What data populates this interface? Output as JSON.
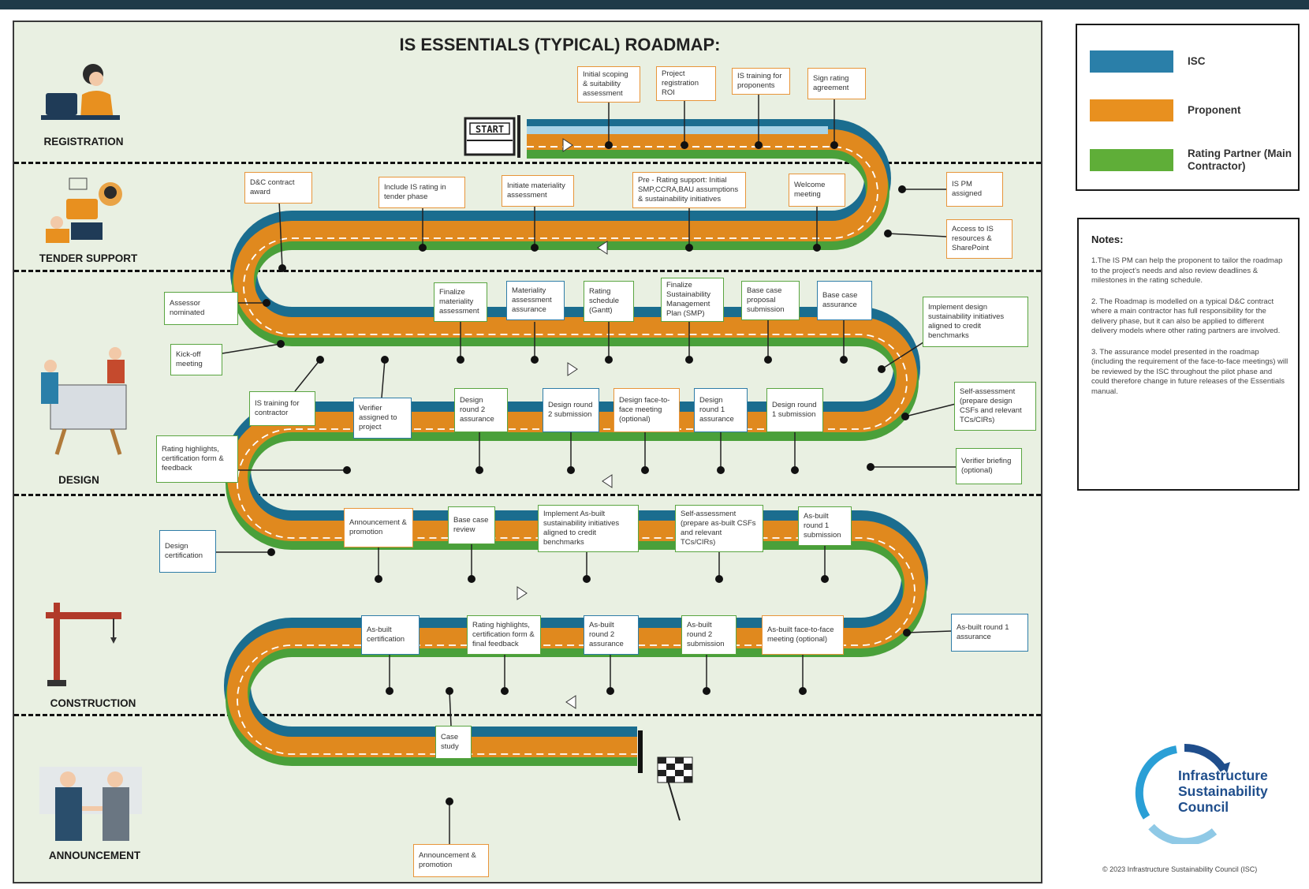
{
  "title": "IS ESSENTIALS (TYPICAL) ROADMAP:",
  "stages": [
    "REGISTRATION",
    "TENDER SUPPORT",
    "DESIGN",
    "CONSTRUCTION",
    "ANNOUNCEMENT"
  ],
  "start_label": "START",
  "legend": {
    "items": [
      {
        "label": "ISC",
        "color": "#2a7fa9"
      },
      {
        "label": "Proponent",
        "color": "#e8901f"
      },
      {
        "label": "Rating Partner (Main Contractor)",
        "color": "#5fae38"
      }
    ]
  },
  "notes": {
    "heading": "Notes:",
    "items": [
      "1.The IS PM can help the proponent to tailor the roadmap to the project’s needs and also review deadlines & milestones in the rating schedule.",
      "2. The Roadmap is modelled on a typical D&C contract where a main contractor has full responsibility for the delivery phase, but it can also be applied to different delivery models where other rating partners are involved.",
      "3. The assurance model presented in the roadmap (including the requirement of the face-to-face meetings) will be reviewed by the ISC throughout the pilot phase and could therefore change in future releases of the Essentials manual."
    ]
  },
  "milestones": {
    "initial_scoping": "Initial scoping & suitability assessment",
    "project_registration": "Project registration ROI",
    "is_training_proponents": "IS training for proponents",
    "sign_rating_agreement": "Sign rating agreement",
    "dc_contract_award": "D&C contract award",
    "include_is_rating": "Include IS rating in tender phase",
    "initiate_materiality": "Initiate materiality assessment",
    "pre_rating_support": "Pre - Rating support: Initial SMP,CCRA,BAU assumptions & sustainability initiatives",
    "welcome_meeting": "Welcome meeting",
    "is_pm_assigned": "IS PM assigned",
    "access_to_is_resources": "Access to IS resources & SharePoint",
    "assessor_nominated": "Assessor nominated",
    "kickoff_meeting": "Kick-off meeting",
    "finalize_materiality": "Finalize materiality assessment",
    "materiality_assurance": "Materiality assessment assurance",
    "rating_schedule": "Rating schedule (Gantt)",
    "finalize_smp": "Finalize Sustainability Management Plan (SMP)",
    "base_case_proposal": "Base case proposal submission",
    "base_case_assurance": "Base case assurance",
    "implement_design": "Implement design sustainability initiatives aligned to credit benchmarks",
    "is_training_contractor": "IS training for contractor",
    "verifier_assigned": "Verifier assigned to project",
    "design_r2_assurance": "Design round 2 assurance",
    "design_r2_submission": "Design round 2 submission",
    "design_f2f": "Design face-to-face meeting (optional)",
    "design_r1_assurance": "Design round 1 assurance",
    "design_r1_submission": "Design round 1 submission",
    "self_assessment_design": "Self-assessment (prepare design CSFs and relevant TCs/CIRs)",
    "rating_highlights_design": "Rating highlights, certification form & feedback",
    "verifier_briefing": "Verifier briefing (optional)",
    "design_certification": "Design certification",
    "announcement_promotion_1": "Announcement & promotion",
    "base_case_review": "Base case review",
    "implement_asbuilt": "Implement As-built sustainability initiatives aligned to credit benchmarks",
    "self_assessment_asbuilt": "Self-assessment (prepare as-built CSFs and relevant TCs/CIRs)",
    "asbuilt_r1_submission": "As-built round 1 submission",
    "asbuilt_certification": "As-built certification",
    "rating_highlights_final": "Rating highlights, certification form & final feedback",
    "asbuilt_r2_assurance": "As-built round 2 assurance",
    "asbuilt_r2_submission": "As-built round 2 submission",
    "asbuilt_f2f": "As-built face-to-face meeting (optional)",
    "asbuilt_r1_assurance": "As-built round 1 assurance",
    "case_study": "Case study",
    "announcement_promotion_2": "Announcement & promotion"
  },
  "logo_text": "Infrastructure Sustainability Council",
  "copyright": "© 2023 Infrastructure Sustainability Council (ISC)"
}
